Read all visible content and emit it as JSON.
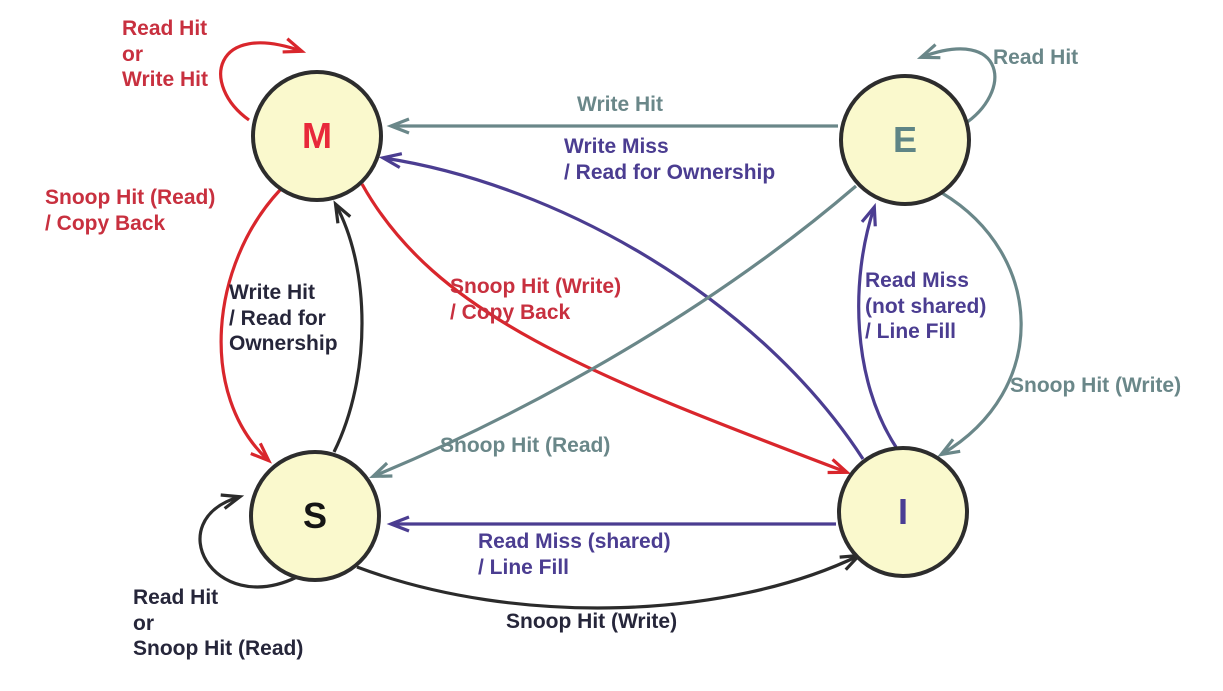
{
  "colors": {
    "node-fill": "#FAF9CD",
    "node-border": "#2D2D2D",
    "state-m": "#E8293A",
    "state-e": "#5E8585",
    "state-s": "#151515",
    "state-i": "#4A3E94",
    "arrow-red": "#D9262C",
    "arrow-gray": "#6A8789",
    "arrow-purple": "#4B3D91",
    "arrow-black": "#2B2B2B",
    "label-crimson": "#C8303F",
    "label-gray": "#6A8789",
    "label-purple": "#4B3D91",
    "label-black": "#26263A"
  },
  "states": [
    {
      "id": "M",
      "label": "M"
    },
    {
      "id": "E",
      "label": "E"
    },
    {
      "id": "S",
      "label": "S"
    },
    {
      "id": "I",
      "label": "I"
    }
  ],
  "transitions": [
    {
      "id": "m-self",
      "from": "M",
      "to": "M",
      "color": "crimson",
      "label": "Read Hit\nor\nWrite Hit"
    },
    {
      "id": "e-self",
      "from": "E",
      "to": "E",
      "color": "gray",
      "label": "Read Hit"
    },
    {
      "id": "e-m",
      "from": "E",
      "to": "M",
      "color": "gray",
      "label": "Write Hit"
    },
    {
      "id": "i-m",
      "from": "I",
      "to": "M",
      "color": "purple",
      "label": "Write Miss\n/ Read for Ownership"
    },
    {
      "id": "m-s",
      "from": "M",
      "to": "S",
      "color": "crimson",
      "label": "Snoop Hit (Read)\n/ Copy Back"
    },
    {
      "id": "s-m",
      "from": "S",
      "to": "M",
      "color": "black",
      "label": "Write Hit\n/ Read for\nOwnership"
    },
    {
      "id": "m-i",
      "from": "M",
      "to": "I",
      "color": "crimson",
      "label": "Snoop Hit (Write)\n/ Copy Back"
    },
    {
      "id": "i-e",
      "from": "I",
      "to": "E",
      "color": "purple",
      "label": "Read Miss\n(not shared)\n/ Line Fill"
    },
    {
      "id": "e-i",
      "from": "E",
      "to": "I",
      "color": "gray",
      "label": "Snoop Hit (Write)"
    },
    {
      "id": "e-s",
      "from": "E",
      "to": "S",
      "color": "gray",
      "label": "Snoop Hit (Read)"
    },
    {
      "id": "i-s",
      "from": "I",
      "to": "S",
      "color": "purple",
      "label": "Read Miss (shared)\n/ Line Fill"
    },
    {
      "id": "s-i",
      "from": "S",
      "to": "I",
      "color": "black",
      "label": "Snoop Hit (Write)"
    },
    {
      "id": "s-self",
      "from": "S",
      "to": "S",
      "color": "black",
      "label": "Read Hit\nor\nSnoop Hit (Read)"
    }
  ]
}
